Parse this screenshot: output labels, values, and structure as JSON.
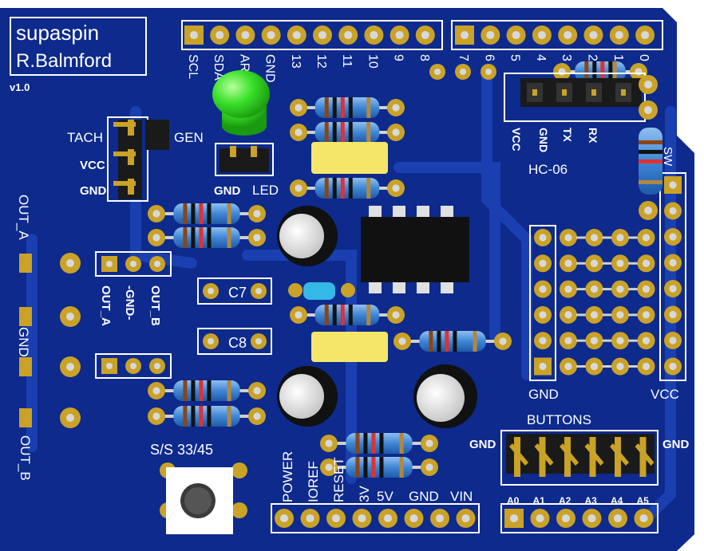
{
  "colors": {
    "board": "#0d2a8c",
    "board_light": "#1a3fb0",
    "pad": "#c9a227",
    "pad_hole": "#d8d8d8",
    "silk": "#ffffff",
    "resistor": "#4a90d8",
    "capacitor_yellow": "#f5e66a",
    "led_green": "#33dd22",
    "ic_black": "#111111"
  },
  "branding": {
    "name": "supaspin",
    "author": "R.Balmford",
    "version": "v1.0"
  },
  "header_top_left": [
    "SCL",
    "SDA",
    "AR",
    "GND",
    "13",
    "12",
    "11",
    "10",
    "9",
    "8"
  ],
  "header_top_right": [
    "7",
    "6",
    "5",
    "4",
    "3",
    "2",
    "1",
    "0"
  ],
  "tach_header": {
    "tach": "TACH",
    "gen": "GEN",
    "vcc": "VCC",
    "gnd": "GND"
  },
  "led_header": {
    "gnd": "GND",
    "led": "LED"
  },
  "bluetooth": {
    "vcc": "VCC",
    "gnd": "GND",
    "tx": "TX",
    "rx": "RX",
    "module": "HC-06"
  },
  "outputs_left": {
    "out_a": "OUT_A",
    "gnd": "GND",
    "out_b": "OUT_B"
  },
  "out_header": {
    "out_a": "OUT_A",
    "gnd": "-GND-",
    "out_b": "OUT_B"
  },
  "caps": {
    "c7": "C7",
    "c8": "C8"
  },
  "switch_label": "SW",
  "proto": {
    "gnd": "GND",
    "vcc": "VCC"
  },
  "buttons": {
    "title": "BUTTONS",
    "gnd_left": "GND",
    "gnd_right": "GND",
    "analog": [
      "A0",
      "A1",
      "A2",
      "A3",
      "A4",
      "A5"
    ]
  },
  "start_stop": "S/S 33/45",
  "power_header": [
    "POWER",
    "IOREF",
    "RESET",
    "3V",
    "5V",
    "GND",
    "VIN"
  ]
}
